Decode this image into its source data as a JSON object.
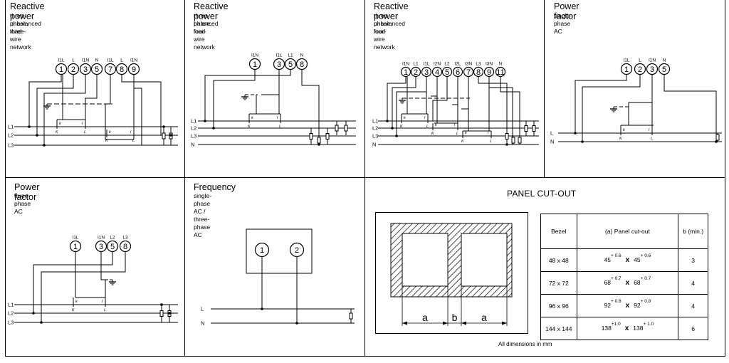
{
  "panels": [
    {
      "title": "Reactive power",
      "sub1": "three-phase, three-wire network",
      "sub2": "unbalanced load",
      "terminals": [
        "1",
        "2",
        "3",
        "5",
        "7",
        "8",
        "9"
      ],
      "terminal_labels": [
        "I1L",
        "L",
        "I1N",
        "N",
        "I1L",
        "L",
        "I1N"
      ],
      "lines": [
        "L1",
        "L2",
        "L3"
      ]
    },
    {
      "title": "Reactive power",
      "sub1": "three-phase, four-wire network",
      "sub2": "balanced load",
      "terminals": [
        "1",
        "3",
        "5",
        "8"
      ],
      "terminal_labels": [
        "I1N",
        "I1L",
        "L1",
        "N"
      ],
      "lines": [
        "L1",
        "L2",
        "L3",
        "N"
      ]
    },
    {
      "title": "Reactive power",
      "sub1": "three-phase, four-wire network",
      "sub2": "unbalanced load",
      "terminals": [
        "1",
        "2",
        "3",
        "4",
        "5",
        "6",
        "7",
        "8",
        "9",
        "11"
      ],
      "terminal_labels": [
        "I1N",
        "L1",
        "I1L",
        "I2N",
        "L2",
        "I2L",
        "I3N",
        "L3",
        "I3N",
        "N"
      ],
      "lines": [
        "L1",
        "L2",
        "L3",
        "N"
      ]
    },
    {
      "title": "Power factor",
      "sub1": "single-phase AC",
      "sub2": "",
      "terminals": [
        "1",
        "2",
        "3",
        "5"
      ],
      "terminal_labels": [
        "I1L",
        "L",
        "I1N",
        "N"
      ],
      "lines": [
        "L",
        "N"
      ]
    },
    {
      "title": "Power factor",
      "sub1": "three-phase AC",
      "sub2": "",
      "terminals": [
        "1",
        "3",
        "5",
        "8"
      ],
      "terminal_labels": [
        "I1L",
        "I1N",
        "L2",
        "L3"
      ],
      "lines": [
        "L1",
        "L2",
        "L3"
      ]
    },
    {
      "title": "Frequency",
      "sub1": "single-phase AC / three-phase AC",
      "sub2": "",
      "terminals": [
        "1",
        "2"
      ],
      "terminal_labels": [],
      "lines": [
        "L",
        "N"
      ]
    }
  ],
  "ct_labels": {
    "k": "k",
    "l": "l",
    "K": "K",
    "L": "L"
  },
  "cutout": {
    "title": "PANEL CUT-OUT",
    "dim_a": "a",
    "dim_b": "b",
    "headers": [
      "Bezel",
      "(a) Panel cut-out",
      "b (min.)"
    ],
    "rows": [
      {
        "bezel": "48 x 48",
        "a1": "45",
        "t1": "+ 0.6",
        "a2": "45",
        "t2": "+ 0.6",
        "b": "3"
      },
      {
        "bezel": "72 x 72",
        "a1": "68",
        "t1": "+ 0.7",
        "a2": "68",
        "t2": "+ 0.7",
        "b": "4"
      },
      {
        "bezel": "96 x 96",
        "a1": "92",
        "t1": "+ 0.8",
        "a2": "92",
        "t2": "+ 0.8",
        "b": "4"
      },
      {
        "bezel": "144 x 144",
        "a1": "138",
        "t1": "+1.0",
        "a2": "138",
        "t2": "+ 1.0",
        "b": "6"
      }
    ],
    "times": "x",
    "footnote": "All dimensions in mm"
  }
}
